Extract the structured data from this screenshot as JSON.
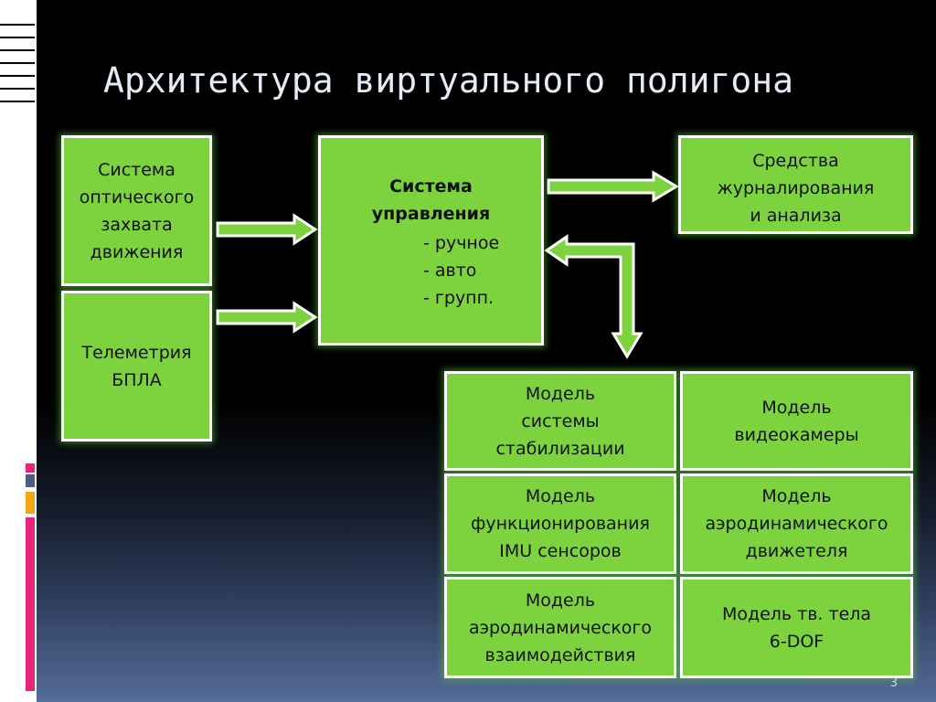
{
  "slide": {
    "title": "Архитектура виртуального полигона",
    "page_number": "3"
  },
  "inputs": {
    "optical_capture": [
      "Система",
      "оптического",
      "захвата",
      "движения"
    ],
    "telemetry": [
      "Телеметрия",
      "БПЛА"
    ]
  },
  "control": {
    "title": [
      "Система",
      "управления"
    ],
    "modes": [
      "- ручное",
      "- авто",
      "- групп."
    ]
  },
  "logging": [
    "Средства",
    "журналирования",
    "и анализа"
  ],
  "models": [
    [
      "Модель",
      "системы",
      "стабилизации"
    ],
    [
      "Модель",
      "видеокамеры"
    ],
    [
      "Модель",
      "функционирования",
      "IMU сенсоров"
    ],
    [
      "Модель",
      "аэродинамического",
      "движетеля"
    ],
    [
      "Модель",
      "аэродинамического",
      "взаимодействия"
    ],
    [
      "Модель тв. тела",
      "6-DOF"
    ]
  ],
  "colors": {
    "box_fill": "#7dd33d",
    "box_border": "#ffffff",
    "title_text": "#e6ecf5",
    "accent_pink": "#e8237a",
    "accent_orange": "#f3a712",
    "accent_slate": "#4d5e80"
  }
}
